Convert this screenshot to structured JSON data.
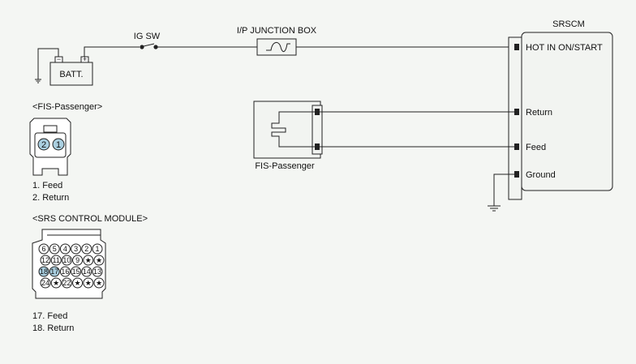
{
  "labels": {
    "ig_sw": "IG SW",
    "junction_box": "I/P JUNCTION BOX",
    "batt": "BATT.",
    "batt_neg": "−",
    "batt_pos": "+",
    "srscm": "SRSCM",
    "pin_hot": "HOT IN ON/START",
    "pin_return": "Return",
    "pin_feed": "Feed",
    "pin_ground": "Ground",
    "fis_component": "FIS-Passenger"
  },
  "fis_connector": {
    "title": "<FIS-Passenger>",
    "pins": [
      "2",
      "1"
    ],
    "legend": [
      "1. Feed",
      "2. Return"
    ]
  },
  "srs_connector": {
    "title": "<SRS CONTROL MODULE>",
    "rows": [
      [
        "6",
        "5",
        "4",
        "3",
        "2",
        "1"
      ],
      [
        "12",
        "11",
        "10",
        "9",
        "★",
        "★"
      ],
      [
        "18",
        "17",
        "16",
        "15",
        "14",
        "13"
      ],
      [
        "24",
        "★",
        "22",
        "★",
        "★",
        "★"
      ]
    ],
    "highlighted": [
      "18",
      "17"
    ],
    "legend": [
      "17. Feed",
      "18. Return"
    ]
  },
  "colors": {
    "background": "#f4f6f3",
    "line": "#222222",
    "box_fill": "#f2f4f1",
    "pin_highlight": "#aacfe0"
  }
}
